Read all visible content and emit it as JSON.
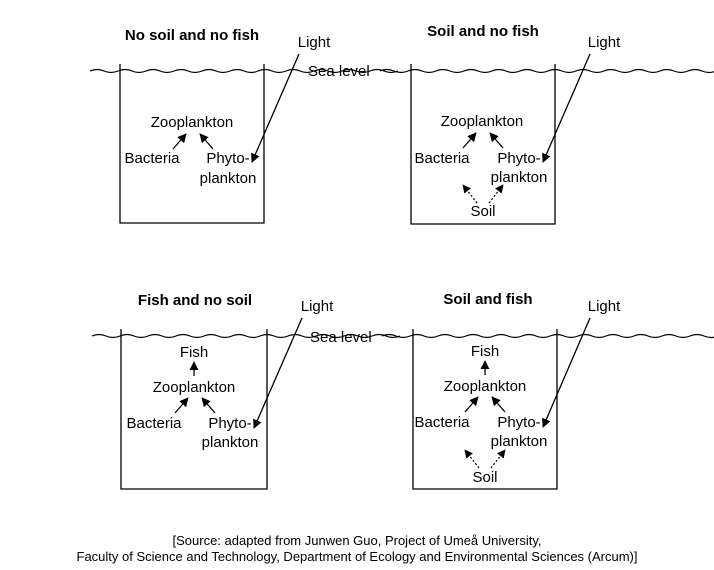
{
  "panels": [
    {
      "title": "No soil and no fish",
      "light": "Light",
      "sea_level": "Sea level",
      "nodes": {
        "zooplankton": "Zooplankton",
        "bacteria": "Bacteria",
        "phyto_line1": "Phyto-",
        "phyto_line2": "plankton"
      }
    },
    {
      "title": "Soil and no fish",
      "light": "Light",
      "nodes": {
        "zooplankton": "Zooplankton",
        "bacteria": "Bacteria",
        "phyto_line1": "Phyto-",
        "phyto_line2": "plankton",
        "soil": "Soil"
      }
    },
    {
      "title": "Fish and no soil",
      "light": "Light",
      "sea_level": "Sea level",
      "nodes": {
        "fish": "Fish",
        "zooplankton": "Zooplankton",
        "bacteria": "Bacteria",
        "phyto_line1": "Phyto-",
        "phyto_line2": "plankton"
      }
    },
    {
      "title": "Soil and fish",
      "light": "Light",
      "nodes": {
        "fish": "Fish",
        "zooplankton": "Zooplankton",
        "bacteria": "Bacteria",
        "phyto_line1": "Phyto-",
        "phyto_line2": "plankton",
        "soil": "Soil"
      }
    }
  ],
  "source": {
    "line1": "[Source: adapted from Junwen Guo, Project of Umeå University,",
    "line2": "Faculty of Science and Technology, Department of Ecology and Environmental Sciences (Arcum)]"
  }
}
